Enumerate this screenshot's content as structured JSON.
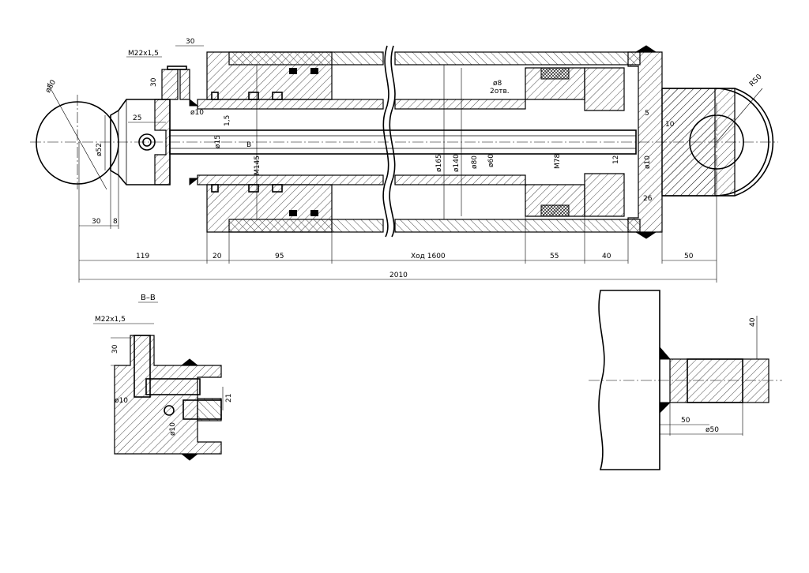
{
  "section_title": "B–B",
  "dims": {
    "m22": "M22x1,5",
    "d30_top": "30",
    "d30_side": "30",
    "d80": "ø80",
    "d52": "ø52",
    "d10a": "ø10",
    "d25": "25",
    "d15a": "1,5",
    "d15b": "ø15",
    "b_label": "B",
    "m145": "M145",
    "d8": "ø8",
    "holes": "2отв.",
    "d165": "ø165",
    "d140": "ø140",
    "d80b": "ø80",
    "d60": "ø60",
    "m78": "M78",
    "d5": "5",
    "d10b": "10",
    "d10c": "ø10",
    "d12": "12",
    "d26": "26",
    "r50": "R50",
    "d30_bottom": "30",
    "d8_bottom": "8",
    "d119": "119",
    "d20": "20",
    "d95": "95",
    "stroke": "Ход 1600",
    "d55": "55",
    "d40": "40",
    "d50": "50",
    "total": "2010",
    "bb_m22": "M22x1,5",
    "bb_30": "30",
    "bb_d10a": "ø10",
    "bb_21": "21",
    "bb_d10b": "ø10",
    "det_40": "40",
    "det_50": "50",
    "det_d50": "ø50"
  }
}
